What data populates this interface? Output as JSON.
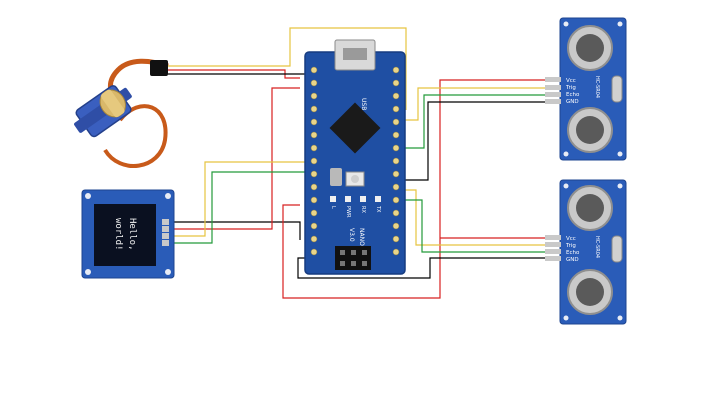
{
  "colors": {
    "board": "#1f4fa3",
    "board_dark": "#173c80",
    "pcb_edge": "#2a5cb8",
    "wire_red": "#d82020",
    "wire_black": "#000000",
    "wire_yellow": "#e6c440",
    "wire_green": "#239a3a",
    "servo_body": "#3a5fbf",
    "servo_horn": "#c4a35a",
    "oled_screen": "#0a1020"
  },
  "arduino": {
    "name": "NANO",
    "version": "V3.0",
    "led_labels": [
      "TX",
      "RX",
      "PWR",
      "L"
    ],
    "usb_label": "USB"
  },
  "oled": {
    "text_line1": "Hello,",
    "text_line2": "world!"
  },
  "ultrasonic_top": {
    "pin_labels": [
      "Vcc",
      "Trig",
      "Echo",
      "GND"
    ],
    "model": "HC-SR04"
  },
  "ultrasonic_bottom": {
    "pin_labels": [
      "Vcc",
      "Trig",
      "Echo",
      "GND"
    ],
    "model": "HC-SR04"
  }
}
